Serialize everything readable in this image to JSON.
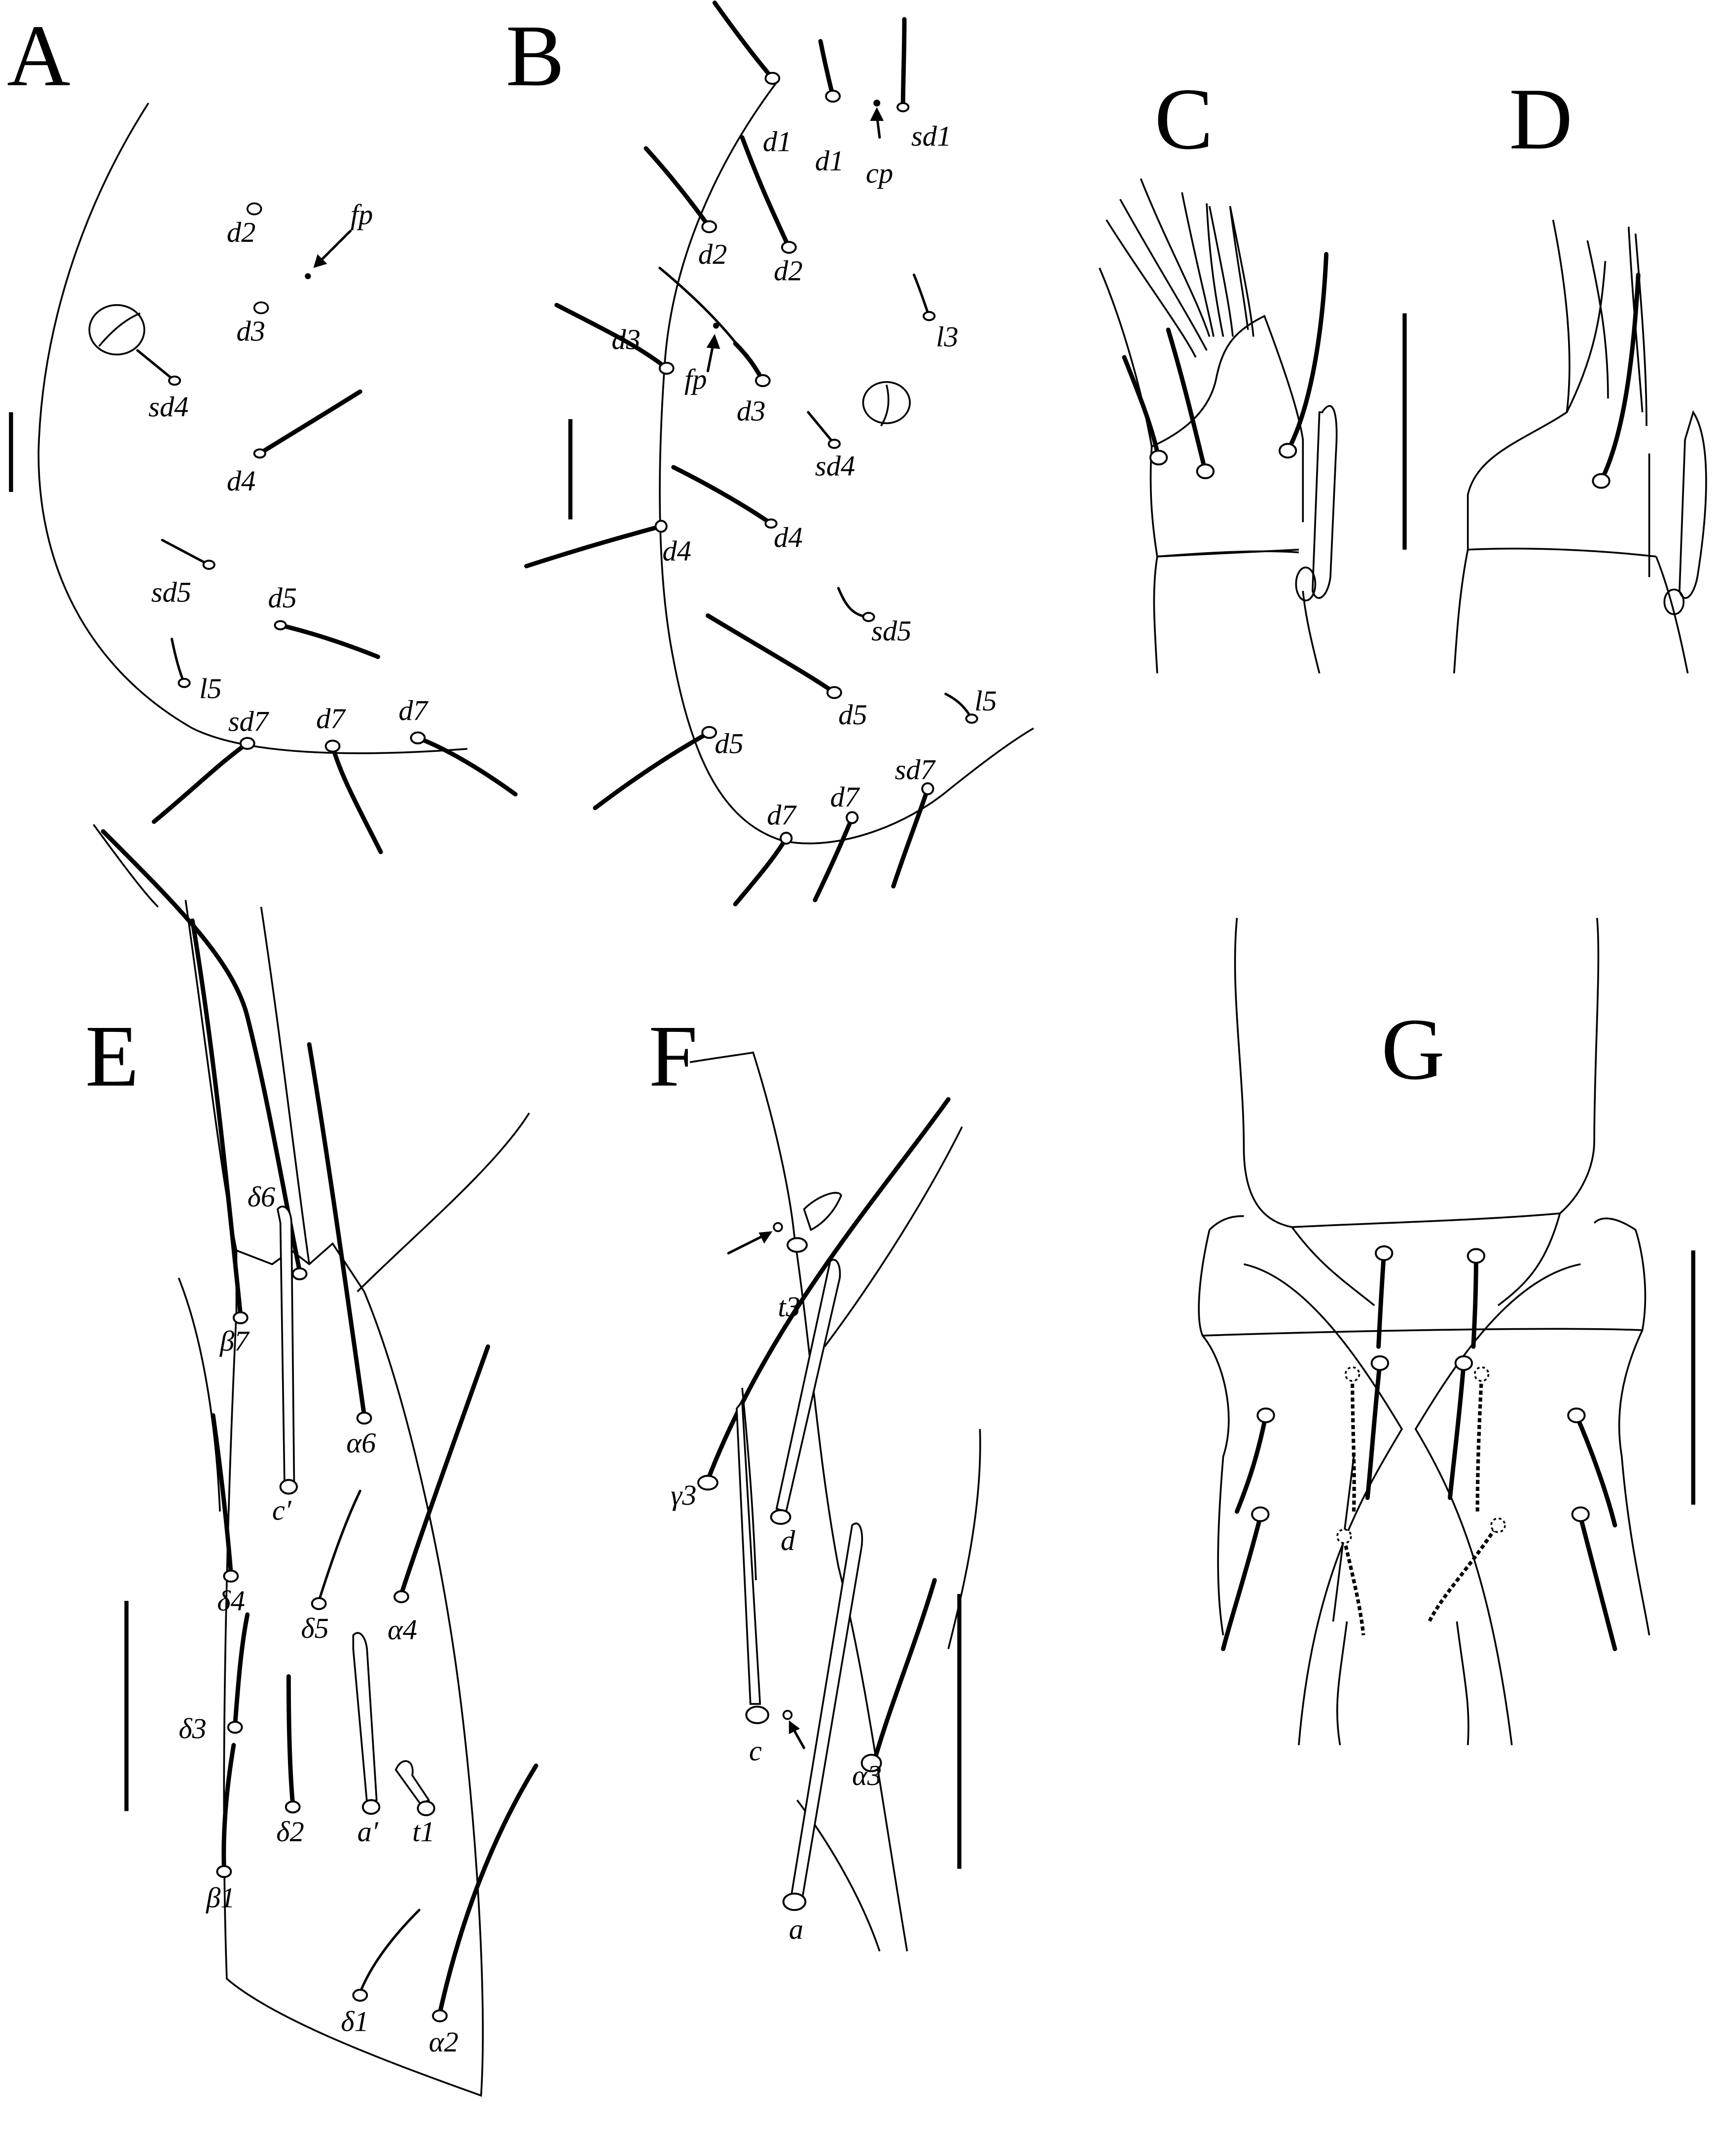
{
  "figure": {
    "panels": {
      "A": {
        "letter": "A",
        "labels": [
          "d2",
          "fp",
          "d3",
          "sd4",
          "d4",
          "sd5",
          "d5",
          "l5",
          "sd7",
          "d7",
          "d7"
        ]
      },
      "B": {
        "letter": "B",
        "labels": [
          "d1",
          "d1",
          "cp",
          "sd1",
          "d2",
          "d2",
          "l3",
          "d3",
          "fp",
          "d3",
          "sd4",
          "d4",
          "d4",
          "sd5",
          "d5",
          "l5",
          "d5",
          "sd7",
          "d7",
          "d7"
        ]
      },
      "C": {
        "letter": "C"
      },
      "D": {
        "letter": "D"
      },
      "E": {
        "letter": "E",
        "labels": [
          "δ6",
          "β7",
          "α6",
          "c′",
          "δ4",
          "δ5",
          "α4",
          "δ3",
          "δ2",
          "a′",
          "t1",
          "β1",
          "δ1",
          "α2"
        ]
      },
      "F": {
        "letter": "F",
        "labels": [
          "t3",
          "γ3",
          "d",
          "c",
          "α3",
          "a"
        ]
      },
      "G": {
        "letter": "G"
      }
    }
  }
}
